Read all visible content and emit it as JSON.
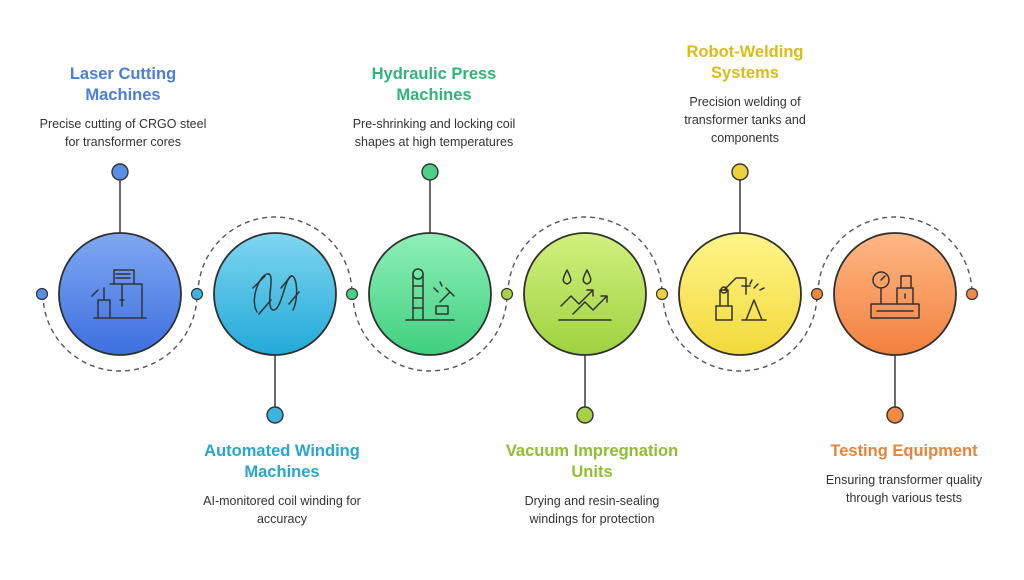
{
  "steps": [
    {
      "title": "Laser Cutting\nMachines",
      "desc": "Precise cutting of CRGO steel\nfor transformer cores",
      "label_color": "#4a7fd9",
      "circle_top": "#7fa8f2",
      "circle_bottom": "#3d6fe0",
      "dot_color": "#5a8de6",
      "icon": "laser-cutting-machine-icon"
    },
    {
      "title": "Automated Winding\nMachines",
      "desc": "AI-monitored coil winding for\naccuracy",
      "label_color": "#29a6cf",
      "circle_top": "#7fd6f0",
      "circle_bottom": "#22a9d8",
      "dot_color": "#3bb5de",
      "icon": "coil-winding-icon"
    },
    {
      "title": "Hydraulic Press\nMachines",
      "desc": "Pre-shrinking and locking coil\nshapes at high temperatures",
      "label_color": "#2fb57a",
      "circle_top": "#8ff0b8",
      "circle_bottom": "#3fcf7e",
      "dot_color": "#4ccf88",
      "icon": "hydraulic-press-icon"
    },
    {
      "title": "Vacuum Impregnation\nUnits",
      "desc": "Drying and resin-sealing\nwindings for protection",
      "label_color": "#8fbf2e",
      "circle_top": "#d2f07f",
      "circle_bottom": "#9ed23f",
      "dot_color": "#a6d145",
      "icon": "resin-drops-icon"
    },
    {
      "title": "Robot-Welding\nSystems",
      "desc": "Precision welding of\ntransformer tanks and\ncomponents",
      "label_color": "#d9bc1a",
      "circle_top": "#fff58a",
      "circle_bottom": "#f2d93a",
      "dot_color": "#ecd23a",
      "icon": "welding-robot-icon"
    },
    {
      "title": "Testing Equipment",
      "desc": "Ensuring transformer quality\nthrough various tests",
      "label_color": "#e8843a",
      "circle_top": "#ffb886",
      "circle_bottom": "#f2803e",
      "dot_color": "#f08a45",
      "icon": "testing-gauge-icon"
    }
  ]
}
